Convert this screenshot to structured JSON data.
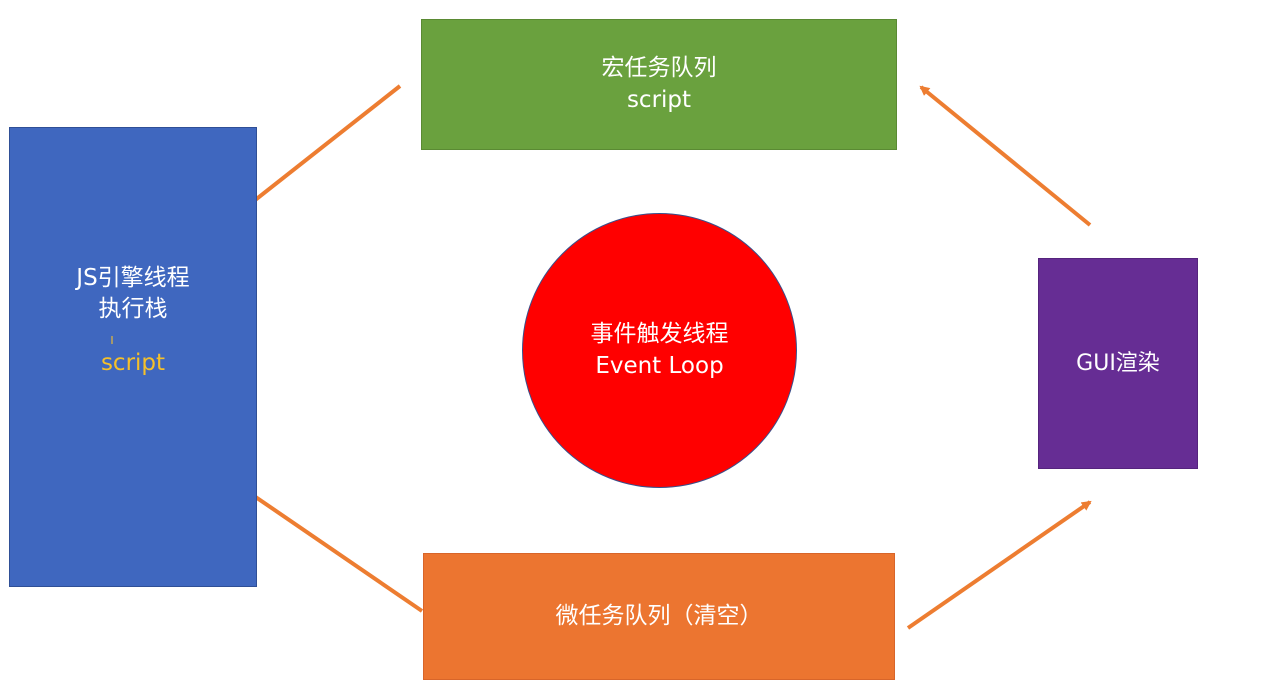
{
  "macro_task_queue": {
    "title": "宏任务队列",
    "item": "script"
  },
  "js_engine": {
    "title_line1": "JS引擎线程",
    "title_line2": "执行栈",
    "cursor_glyph": "I",
    "item": "script"
  },
  "event_loop": {
    "title": "事件触发线程",
    "subtitle": "Event Loop"
  },
  "gui_render": {
    "title": "GUI渲染"
  },
  "micro_task_queue": {
    "title": "微任务队列（清空）"
  },
  "colors": {
    "macro": "#6aa13e",
    "js_engine": "#3f67bf",
    "event_loop": "#ff0000",
    "gui": "#662d94",
    "micro": "#ec7530",
    "arrow": "#ed7d31",
    "script_highlight": "#f5c02a"
  }
}
